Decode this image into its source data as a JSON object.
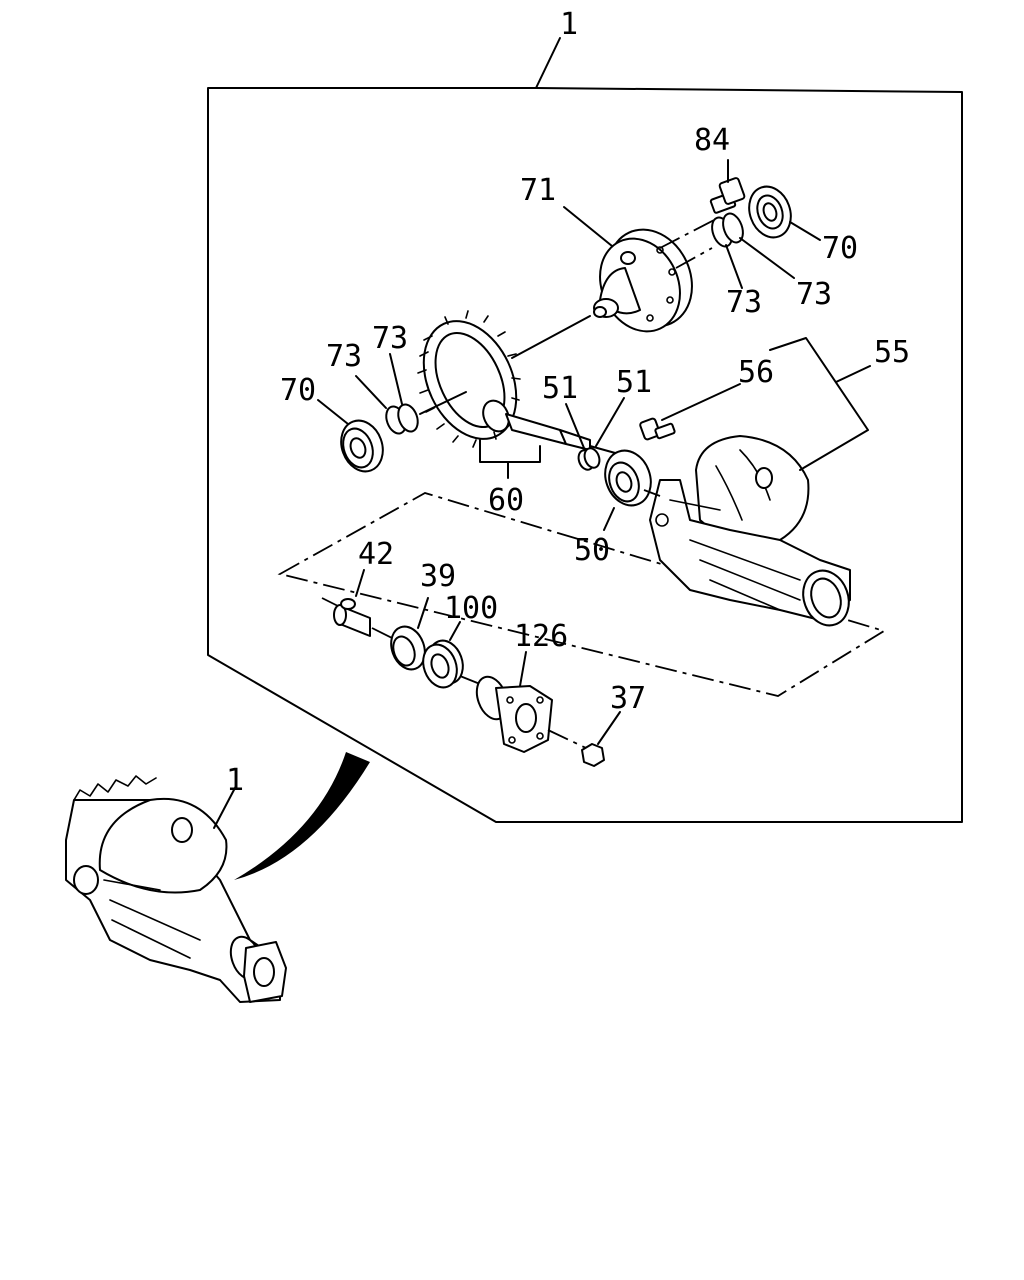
{
  "diagram": {
    "labels": {
      "assy_top": "1",
      "p84": "84",
      "p71": "71",
      "p70_right": "70",
      "p73_a": "73",
      "p73_b": "73",
      "p73_c": "73",
      "p73_d": "73",
      "p70_left": "70",
      "p51_a": "51",
      "p51_b": "51",
      "p56": "56",
      "p55": "55",
      "p60": "60",
      "p50": "50",
      "p42": "42",
      "p39": "39",
      "p100": "100",
      "p126": "126",
      "p37": "37",
      "assy_bottom": "1"
    },
    "colors": {
      "ink": "#000000",
      "paper": "#ffffff"
    }
  }
}
